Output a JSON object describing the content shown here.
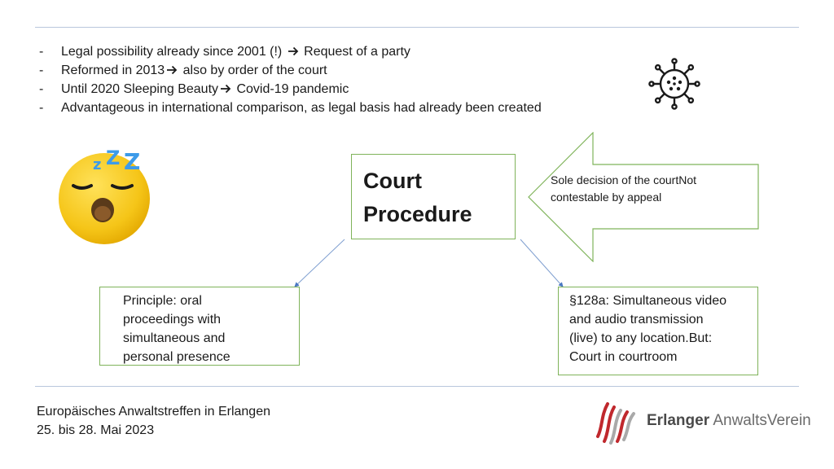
{
  "bullets": [
    {
      "dash": "-",
      "before": "Legal possibility already since 2001 (!) ",
      "arrow": true,
      "after": " Request of a party"
    },
    {
      "dash": "-",
      "before": "Reformed in 2013",
      "arrow": true,
      "after": " also by order of the court"
    },
    {
      "dash": "-",
      "before": "Until 2020 Sleeping Beauty",
      "arrow": true,
      "after": " Covid-19 pandemic"
    },
    {
      "dash": "-",
      "before": "Advantageous in international comparison, as legal basis had already been created",
      "arrow": false,
      "after": ""
    }
  ],
  "center_box": {
    "line1": "Court",
    "line2": "Procedure"
  },
  "callout": {
    "line1": "Sole decision of the courtNot",
    "line2": "contestable by appeal"
  },
  "left_box": {
    "lines": [
      "Principle: oral",
      "proceedings with",
      "simultaneous and",
      "personal presence"
    ]
  },
  "right_box": {
    "lines": [
      "§128a: Simultaneous video",
      "and audio transmission",
      "(live) to any location.But:",
      "Court in courtroom"
    ]
  },
  "footer": {
    "line1": "Europäisches Anwaltstreffen in Erlangen",
    "line2": "25. bis 28. Mai 2023"
  },
  "logo": {
    "word1": "Erlanger",
    "word2": "AnwaltsVerein"
  },
  "colors": {
    "box_border": "#7fb35a",
    "rule": "#b9c7dc",
    "connector": "#7f9fd0",
    "emoji_face": "#f5c518",
    "zzz": "#3d9be9",
    "logo_red": "#c0282d"
  },
  "icons": {
    "virus": "virus-icon",
    "sleeping_emoji": "sleeping-face-emoji",
    "arrow": "right-arrow-icon",
    "logo": "erlanger-logo-mark"
  }
}
